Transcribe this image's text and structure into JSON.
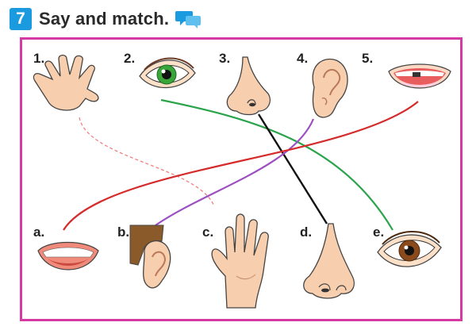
{
  "exercise": {
    "number": "7",
    "title": "Say and match.",
    "icon": "speech-bubbles-icon"
  },
  "top_items": [
    {
      "label": "1.",
      "picture": "hand-icon"
    },
    {
      "label": "2.",
      "picture": "green-eye-icon"
    },
    {
      "label": "3.",
      "picture": "nose-icon"
    },
    {
      "label": "4.",
      "picture": "ear-icon"
    },
    {
      "label": "5.",
      "picture": "mouth-icon"
    }
  ],
  "bottom_items": [
    {
      "label": "a.",
      "picture": "mouth-icon"
    },
    {
      "label": "b.",
      "picture": "ear-icon"
    },
    {
      "label": "c.",
      "picture": "hand-icon"
    },
    {
      "label": "d.",
      "picture": "nose-icon"
    },
    {
      "label": "e.",
      "picture": "brown-eye-icon"
    }
  ],
  "matches": [
    {
      "from": "1.",
      "to": "c.",
      "color": "#f08080",
      "style": "dashed"
    },
    {
      "from": "2.",
      "to": "e.",
      "color": "#2aa34a",
      "style": "solid"
    },
    {
      "from": "3.",
      "to": "d.",
      "color": "#111111",
      "style": "solid"
    },
    {
      "from": "4.",
      "to": "b.",
      "color": "#9b4fc2",
      "style": "solid"
    },
    {
      "from": "5.",
      "to": "a.",
      "color": "#d52b2b",
      "style": "solid"
    }
  ],
  "colors": {
    "frame": "#d43aa2",
    "badge": "#1a9be0",
    "skin": "#f7cfae"
  }
}
